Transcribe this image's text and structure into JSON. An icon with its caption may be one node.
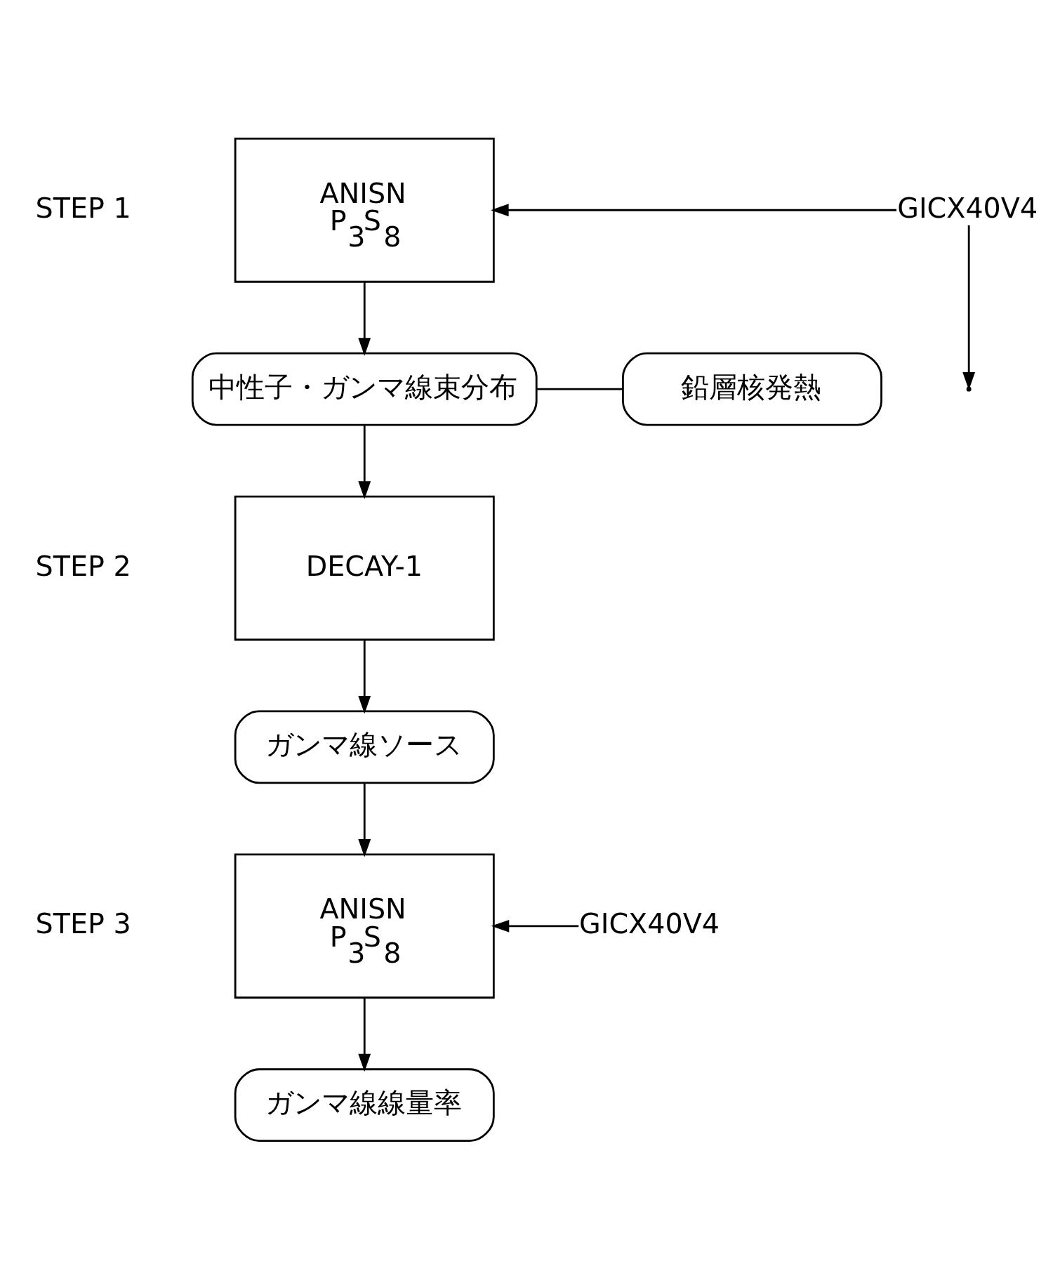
{
  "diagram": {
    "nodes": [
      {
        "text": [
          "ANISN",
          "P$_{3}$S$_{8}$"
        ],
        "beside": [
          "STEP 1"
        ]
      },
      {
        "text": [
          "GICX40V4"
        ]
      },
      {
        "text": [
          "中性子・ガンマ線束分布"
        ]
      },
      {
        "text": [
          "鉛層核発熱"
        ]
      },
      {
        "text": [
          "DECAY-1"
        ],
        "beside": [
          "STEP 2"
        ]
      },
      {
        "text": [
          "ガンマ線ソース"
        ]
      },
      {
        "text": [
          "ANISN",
          "P$_{3}$S$_{8}$"
        ],
        "beside": [
          "STEP 3"
        ]
      },
      {
        "text": [
          "GICX40V4"
        ]
      },
      {
        "text": [
          "ガンマ線線量率"
        ]
      }
    ],
    "edges": [
      {
        "from": 1,
        "to": 0,
        "arrow": "to"
      },
      {
        "from": 0,
        "to": 2,
        "arrow": "to"
      },
      {
        "from": 2,
        "to": 3,
        "arrow": "none"
      },
      {
        "from": 1,
        "to": null,
        "arrow": "to"
      },
      {
        "from": 2,
        "to": 4,
        "arrow": "to"
      },
      {
        "from": 4,
        "to": 5,
        "arrow": "to"
      },
      {
        "from": 5,
        "to": 6,
        "arrow": "to"
      },
      {
        "from": 7,
        "to": 6,
        "arrow": "to"
      },
      {
        "from": 6,
        "to": 8,
        "arrow": "to"
      }
    ]
  }
}
